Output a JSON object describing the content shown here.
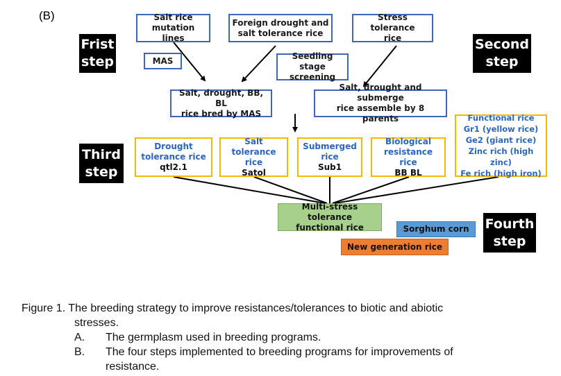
{
  "panel_label": "(B)",
  "steps": {
    "first": [
      "Frist",
      "step"
    ],
    "second": [
      "Second",
      "step"
    ],
    "third": [
      "Third",
      "step"
    ],
    "fourth": [
      "Fourth",
      "step"
    ]
  },
  "sources": {
    "salt_rice": [
      "Salt rice",
      "mutation lines"
    ],
    "foreign": [
      "Foreign drought and",
      "salt tolerance rice"
    ],
    "stress": [
      "Stress tolerance",
      "rice"
    ]
  },
  "methods": {
    "mas": "MAS",
    "seedling": [
      "Seedling stage",
      "screening"
    ]
  },
  "intermediate": {
    "mas_bred": [
      "Salt, drought, BB, BL",
      "rice bred by MAS"
    ],
    "assembled": [
      "Salt, drought and submerge",
      "rice assemble by 8 parents"
    ]
  },
  "third_step": {
    "drought": [
      "Drought",
      "tolerance rice",
      "qtl2.1"
    ],
    "salt": [
      "Salt",
      "tolerance rice",
      "Satol"
    ],
    "submerged": [
      "Submerged",
      "rice",
      "Sub1"
    ],
    "biological": [
      "Biological",
      "resistance rice",
      "BB BL"
    ],
    "functional": [
      "Functional rice",
      "Gr1 (yellow rice)",
      "Ge2 (giant rice)",
      "Zinc rich (high zinc)",
      "Fe rich (high iron)"
    ]
  },
  "fourth_step": {
    "multi": [
      "Multi-stress tolerance",
      "functional rice"
    ],
    "sorghum": "Sorghum corn",
    "new_gen": "New generation rice"
  },
  "caption": {
    "line1": "Figure 1. The breeding strategy to improve resistances/tolerances to biotic and abiotic",
    "line2": "stresses.",
    "a_mark": "A.",
    "a_text": "The germplasm used in breeding programs.",
    "b_mark": "B.",
    "b_text_1": "The four steps implemented to breeding programs for improvements of",
    "b_text_2": "resistance."
  }
}
